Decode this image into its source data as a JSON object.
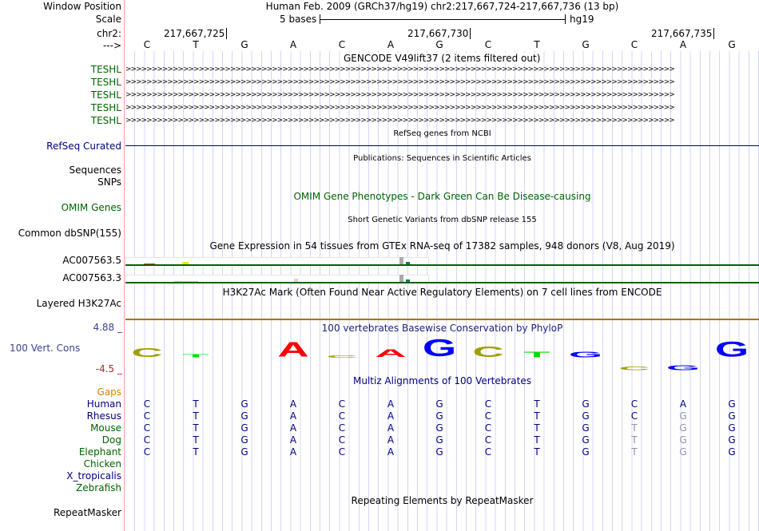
{
  "labels": {
    "window_position": "Window Position",
    "scale": "Scale",
    "chr": "chr2:",
    "arrow": "--->",
    "teshl": "TESHL",
    "refseq": "RefSeq Curated",
    "sequences": "Sequences",
    "snps": "SNPs",
    "omim": "OMIM Genes",
    "dbsnp": "Common dbSNP(155)",
    "ac5": "AC007563.5",
    "ac3": "AC007563.3",
    "h3k": "Layered H3K27Ac",
    "cons_max": "4.88 _",
    "cons": "100 Vert. Cons",
    "cons_min": "-4.5 _",
    "gaps": "Gaps",
    "repeat": "RepeatMasker"
  },
  "header": {
    "position": "Human Feb. 2009 (GRCh37/hg19)   chr2:217,667,724-217,667,736 (13 bp)",
    "scale_text": "5 bases",
    "assembly": "hg19",
    "coord1": "217,667,725",
    "coord2": "217,667,730",
    "coord3": "217,667,735"
  },
  "bases": [
    "C",
    "T",
    "G",
    "A",
    "C",
    "A",
    "G",
    "C",
    "T",
    "G",
    "C",
    "A",
    "G"
  ],
  "titles": {
    "gencode": "GENCODE V49lift37 (2 items filtered out)",
    "refseq": "RefSeq genes from NCBI",
    "pubs": "Publications: Sequences in Scientific Articles",
    "omim": "OMIM Gene Phenotypes - Dark Green Can Be Disease-causing",
    "snp": "Short Genetic Variants from dbSNP release 155",
    "gtex": "Gene Expression in 54 tissues from GTEx RNA-seq of 17382 samples, 948 donors (V8, Aug 2019)",
    "h3k": "H3K27Ac Mark (Often Found Near Active Regulatory Elements) on 7 cell lines from ENCODE",
    "phylop": "100 vertebrates Basewise Conservation by PhyloP",
    "multiz": "Multiz Alignments of 100 Vertebrates",
    "repeat": "Repeating Elements by RepeatMasker"
  },
  "teshl_arrows": ">>>>>>>>>>>>>>>>>>>>>>>>>>>>>>>>>>>>>>>>>>>>>>>>>>>>>>>>>>>>>>>>>>>>>>>>>>>>>>>>>>>>>>>>>>>>>>>>>>>>>>>>>",
  "conservation": [
    {
      "b": "C",
      "c": "#a0a000",
      "h": 0.45
    },
    {
      "b": "T",
      "c": "#00e000",
      "h": 0.15
    },
    {
      "b": "",
      "c": "#000",
      "h": 0
    },
    {
      "b": "A",
      "c": "#ff0000",
      "h": 0.75
    },
    {
      "b": "C",
      "c": "#a0a000",
      "h": 0.12
    },
    {
      "b": "A",
      "c": "#ff0000",
      "h": 0.4
    },
    {
      "b": "G",
      "c": "#0000ff",
      "h": 0.9
    },
    {
      "b": "C",
      "c": "#a0a000",
      "h": 0.55
    },
    {
      "b": "T",
      "c": "#00e000",
      "h": 0.3
    },
    {
      "b": "G",
      "c": "#0000ff",
      "h": 0.3
    },
    {
      "b": "C",
      "c": "#a0a000",
      "h": -0.2
    },
    {
      "b": "G",
      "c": "#0000ff",
      "h": -0.25
    },
    {
      "b": "G",
      "c": "#0000ff",
      "h": 0.8
    }
  ],
  "species": [
    {
      "name": "Human",
      "color": "#000080",
      "seq": [
        "C",
        "T",
        "G",
        "A",
        "C",
        "A",
        "G",
        "C",
        "T",
        "G",
        "C",
        "A",
        "G"
      ],
      "grey": []
    },
    {
      "name": "Rhesus",
      "color": "#000080",
      "seq": [
        "C",
        "T",
        "G",
        "A",
        "C",
        "A",
        "G",
        "C",
        "T",
        "G",
        "C",
        "G",
        "G"
      ],
      "grey": [
        11
      ]
    },
    {
      "name": "Mouse",
      "color": "#006400",
      "seq": [
        "C",
        "T",
        "G",
        "A",
        "C",
        "A",
        "G",
        "C",
        "T",
        "G",
        "T",
        "G",
        "G"
      ],
      "grey": [
        10,
        11
      ]
    },
    {
      "name": "Dog",
      "color": "#006400",
      "seq": [
        "C",
        "T",
        "G",
        "A",
        "C",
        "A",
        "G",
        "C",
        "T",
        "G",
        "T",
        "G",
        "G"
      ],
      "grey": [
        10,
        11
      ]
    },
    {
      "name": "Elephant",
      "color": "#006400",
      "seq": [
        "C",
        "T",
        "G",
        "A",
        "C",
        "A",
        "G",
        "C",
        "T",
        "G",
        "T",
        "G",
        "G"
      ],
      "grey": [
        10,
        11
      ]
    },
    {
      "name": "Chicken",
      "color": "#006400",
      "seq": [],
      "grey": []
    },
    {
      "name": "X_tropicalis",
      "color": "#000080",
      "seq": [],
      "grey": []
    },
    {
      "name": "Zebrafish",
      "color": "#006400",
      "seq": [],
      "grey": []
    }
  ]
}
